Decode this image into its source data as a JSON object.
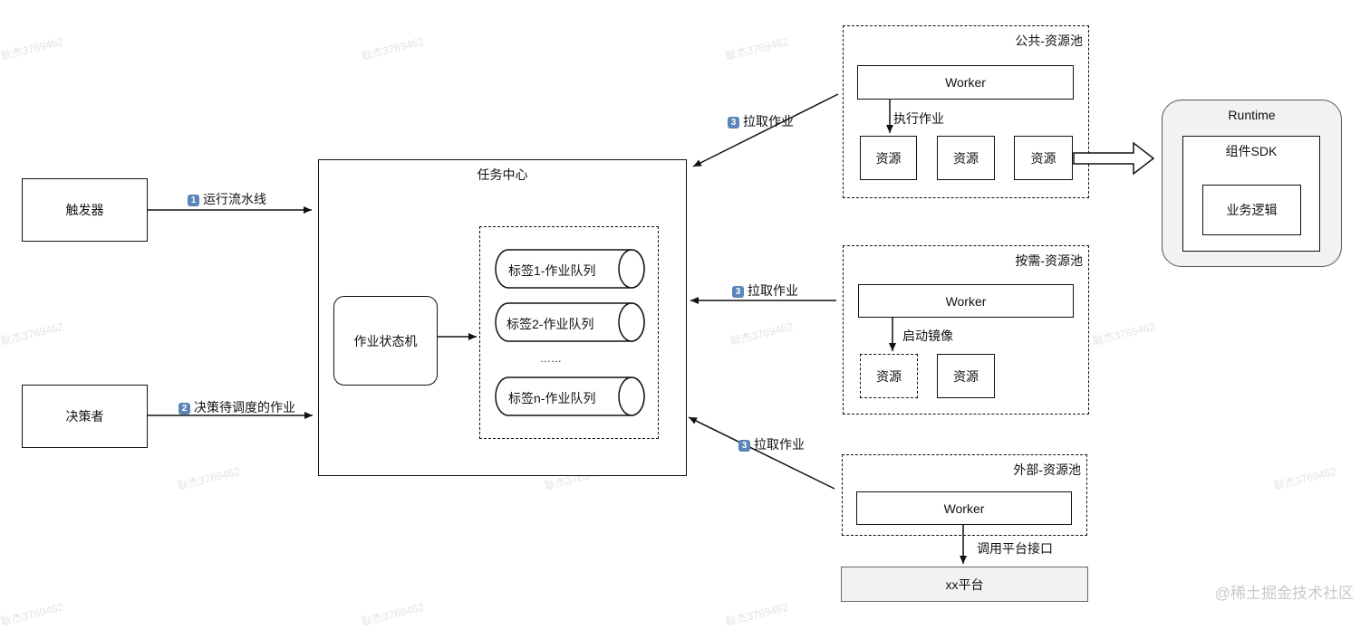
{
  "nodes": {
    "trigger": "触发器",
    "decider": "决策者",
    "task_center": "任务中心",
    "job_state_machine": "作业状态机",
    "queues": [
      "标签1-作业队列",
      "标签2-作业队列",
      "……",
      "标签n-作业队列"
    ],
    "public_pool": {
      "title": "公共-资源池",
      "worker": "Worker",
      "action": "执行作业",
      "resources": [
        "资源",
        "资源",
        "资源"
      ]
    },
    "ondemand_pool": {
      "title": "按需-资源池",
      "worker": "Worker",
      "action": "启动镜像",
      "resources": [
        "资源",
        "资源"
      ]
    },
    "external_pool": {
      "title": "外部-资源池",
      "worker": "Worker",
      "action": "调用平台接口"
    },
    "xx_platform": "xx平台",
    "runtime": {
      "title": "Runtime",
      "sdk": "组件SDK",
      "business_logic": "业务逻辑"
    }
  },
  "edges": {
    "run_pipeline": {
      "badge": "1",
      "label": "运行流水线"
    },
    "decide_jobs": {
      "badge": "2",
      "label": "决策待调度的作业"
    },
    "pull_public": {
      "badge": "3",
      "label": "拉取作业"
    },
    "pull_ondemand": {
      "badge": "3",
      "label": "拉取作业"
    },
    "pull_external": {
      "badge": "3",
      "label": "拉取作业"
    }
  },
  "watermark": "耿杰3769462",
  "footer": "@稀土掘金技术社区",
  "colors": {
    "line": "#111111",
    "badge": "#5b84b8",
    "runtime_bg": "#f2f2f2",
    "platform_bg": "#f2f2f2",
    "watermark": "#e3e3e3"
  }
}
